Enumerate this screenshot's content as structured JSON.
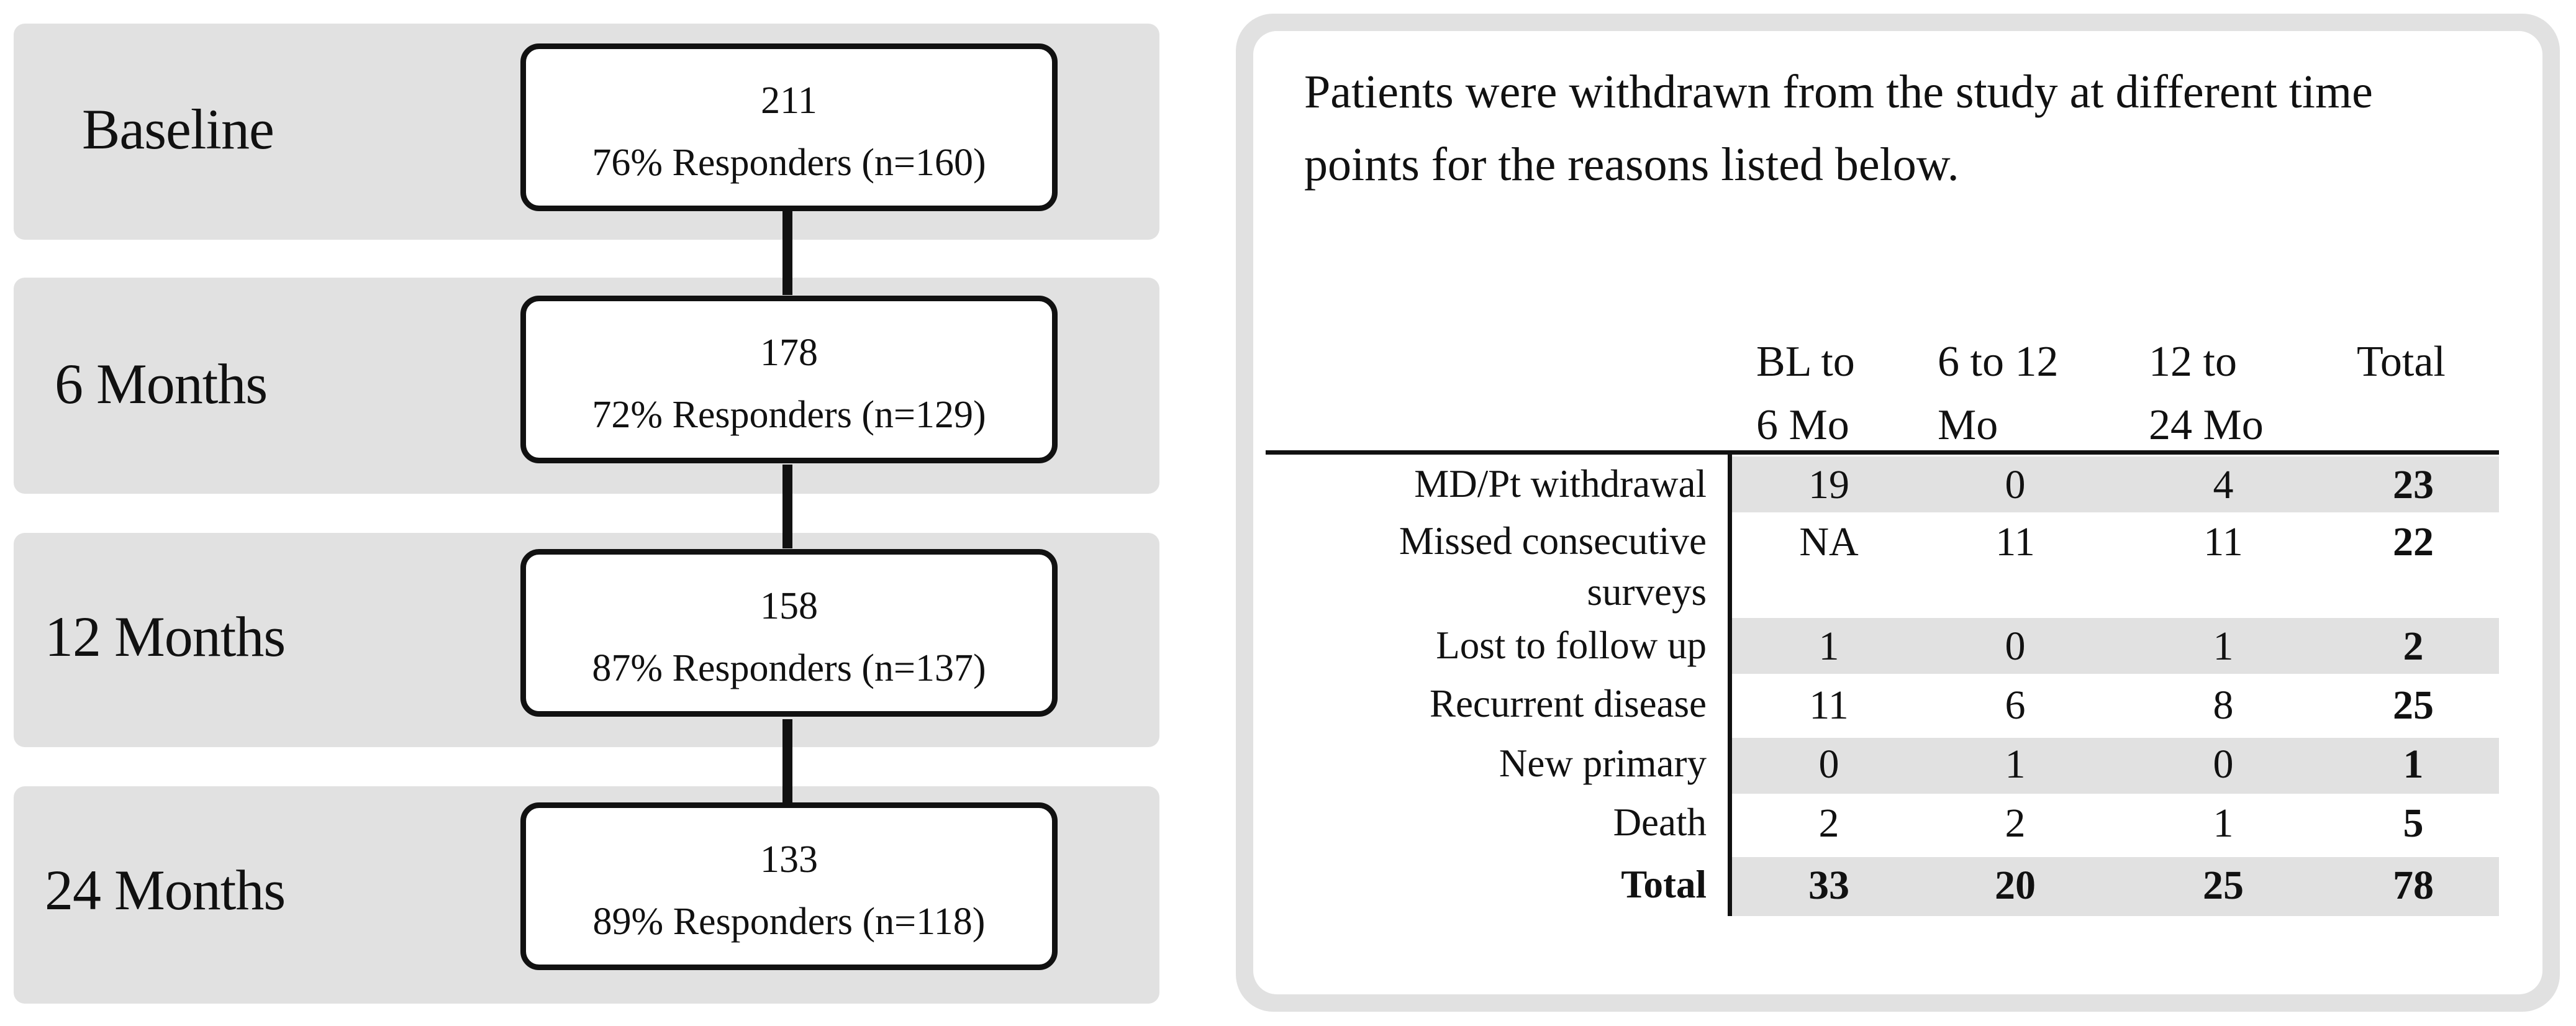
{
  "flow": {
    "stages": [
      {
        "label": "Baseline",
        "count": "211",
        "responders": "76% Responders (n=160)"
      },
      {
        "label": "6 Months",
        "count": "178",
        "responders": "72% Responders (n=129)"
      },
      {
        "label": "12 Months",
        "count": "158",
        "responders": "87% Responders (n=137)"
      },
      {
        "label": "24 Months",
        "count": "133",
        "responders": "89% Responders (n=118)"
      }
    ]
  },
  "withdrawal": {
    "intro_line1": "Patients were withdrawn from the study at different time",
    "intro_line2": "points for the reasons listed below.",
    "columns": [
      {
        "line1": "BL to",
        "line2": "6 Mo"
      },
      {
        "line1": "6 to 12",
        "line2": "Mo"
      },
      {
        "line1": "12 to",
        "line2": "24 Mo"
      },
      {
        "line1": "Total",
        "line2": ""
      }
    ],
    "rows": [
      {
        "label": "MD/Pt withdrawal",
        "label2": "",
        "values": [
          "19",
          "0",
          "4",
          "23"
        ]
      },
      {
        "label": "Missed consecutive",
        "label2": "surveys",
        "values": [
          "NA",
          "11",
          "11",
          "22"
        ]
      },
      {
        "label": "Lost to follow up",
        "label2": "",
        "values": [
          "1",
          "0",
          "1",
          "2"
        ]
      },
      {
        "label": "Recurrent disease",
        "label2": "",
        "values": [
          "11",
          "6",
          "8",
          "25"
        ]
      },
      {
        "label": "New primary",
        "label2": "",
        "values": [
          "0",
          "1",
          "0",
          "1"
        ]
      },
      {
        "label": "Death",
        "label2": "",
        "values": [
          "2",
          "2",
          "1",
          "5"
        ]
      },
      {
        "label": "Total",
        "label2": "",
        "values": [
          "33",
          "20",
          "25",
          "78"
        ]
      }
    ]
  }
}
